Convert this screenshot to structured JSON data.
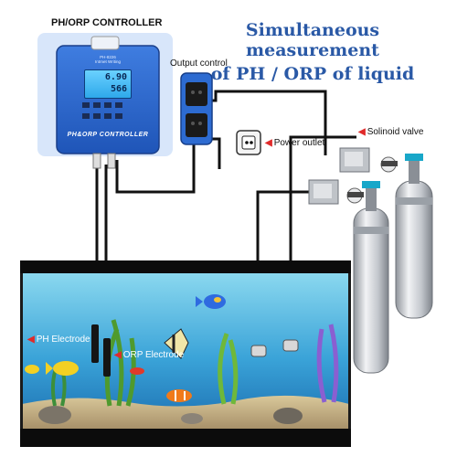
{
  "headline": {
    "line1": "Simultaneous measurement",
    "line2": "of PH / ORP of liquid"
  },
  "controller": {
    "title": "PH/ORP CONTROLLER",
    "brand": "PH&ORP CONTROLLER",
    "model_line1": "PH-8226",
    "model_line2": "Intrnet Writing",
    "readout_ph": "6.90",
    "readout_orp": "566"
  },
  "labels": {
    "output_control": "Output control",
    "power_outlet": "Power outlet",
    "solenoid_valve": "Solinoid valve",
    "ph_electrode": "PH Electrode",
    "orp_electrode": "ORP Electrode"
  },
  "colors": {
    "headline": "#2a59a6",
    "controller_blue": "#2d6bd1",
    "arrow_red": "#e02a2a",
    "water_top": "#7fd3ec",
    "water_bottom": "#1e7fc1",
    "gas_cylinder": "#c8ccd2"
  }
}
